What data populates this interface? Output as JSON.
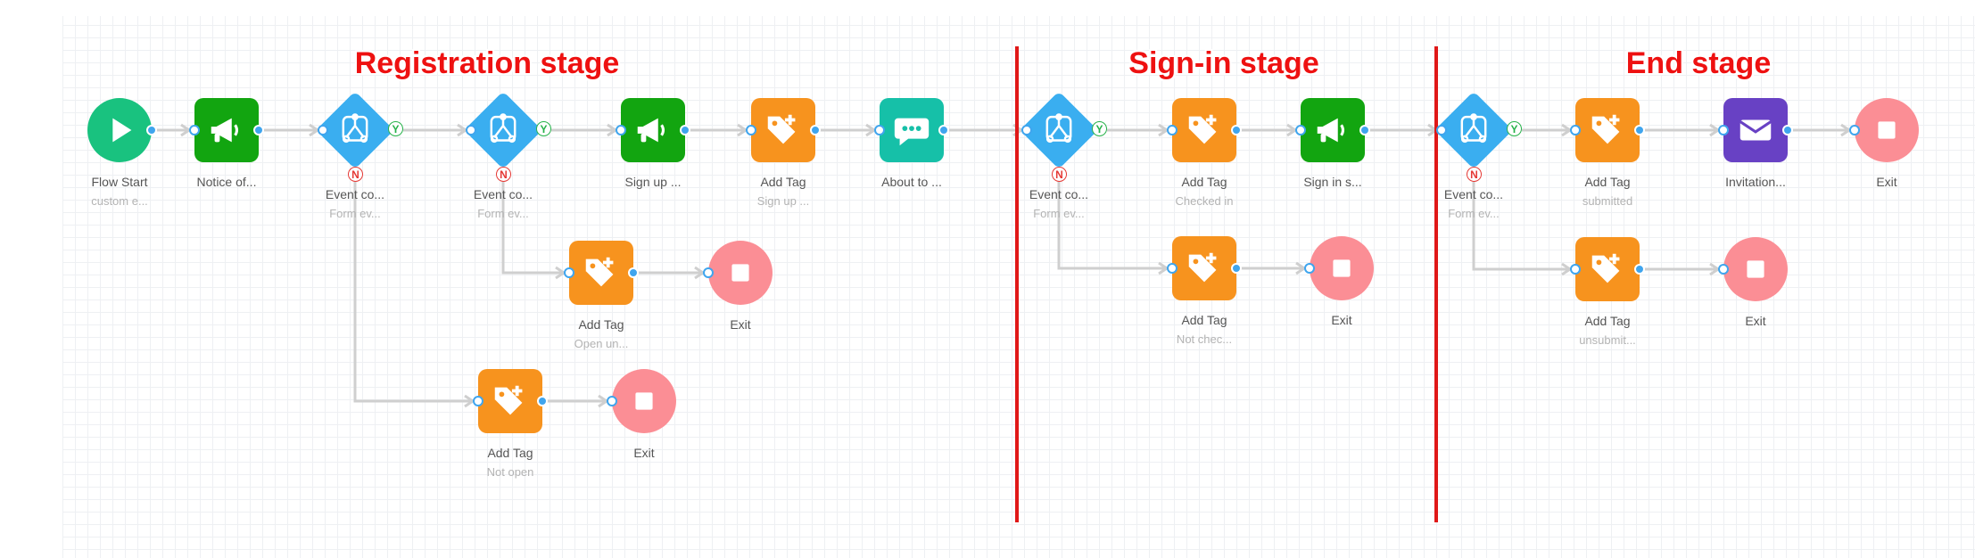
{
  "stages": [
    {
      "id": "registration",
      "title": "Registration stage"
    },
    {
      "id": "signin",
      "title": "Sign-in stage"
    },
    {
      "id": "end",
      "title": "End stage"
    }
  ],
  "colors": {
    "start": "#19c27f",
    "notify": "#12a510",
    "condition": "#3aaef0",
    "tag": "#f7931e",
    "chat": "#16c0a8",
    "mail": "#6841c4",
    "exit": "#fb8e95",
    "stage_title": "#ee1111",
    "divider": "#e01818",
    "connector": "#cfcfcf"
  },
  "nodes": [
    {
      "id": "flow-start",
      "type": "start",
      "icon": "play-icon",
      "label": "Flow Start",
      "sub": "custom e..."
    },
    {
      "id": "notice-of",
      "type": "notify",
      "icon": "megaphone-icon",
      "label": "Notice of...",
      "sub": ""
    },
    {
      "id": "event-cond-1",
      "type": "condition",
      "icon": "branch-icon",
      "label": "Event co...",
      "sub": "Form ev...",
      "yes": "Y",
      "no": "N"
    },
    {
      "id": "event-cond-2",
      "type": "condition",
      "icon": "branch-icon",
      "label": "Event co...",
      "sub": "Form ev...",
      "yes": "Y",
      "no": "N"
    },
    {
      "id": "sign-up",
      "type": "notify",
      "icon": "megaphone-icon",
      "label": "Sign up ...",
      "sub": ""
    },
    {
      "id": "add-tag-signup",
      "type": "tag",
      "icon": "tag-plus-icon",
      "label": "Add Tag",
      "sub": "Sign up ..."
    },
    {
      "id": "about-to",
      "type": "chat",
      "icon": "chat-bubble-icon",
      "label": "About to ...",
      "sub": ""
    },
    {
      "id": "add-tag-open",
      "type": "tag",
      "icon": "tag-plus-icon",
      "label": "Add Tag",
      "sub": "Open un..."
    },
    {
      "id": "exit-1",
      "type": "exit",
      "icon": "stop-icon",
      "label": "Exit",
      "sub": ""
    },
    {
      "id": "add-tag-notopen",
      "type": "tag",
      "icon": "tag-plus-icon",
      "label": "Add Tag",
      "sub": "Not open"
    },
    {
      "id": "exit-2",
      "type": "exit",
      "icon": "stop-icon",
      "label": "Exit",
      "sub": ""
    },
    {
      "id": "event-cond-3",
      "type": "condition",
      "icon": "branch-icon",
      "label": "Event co...",
      "sub": "Form ev...",
      "yes": "Y",
      "no": "N"
    },
    {
      "id": "add-tag-checkedin",
      "type": "tag",
      "icon": "tag-plus-icon",
      "label": "Add Tag",
      "sub": "Checked in"
    },
    {
      "id": "sign-in-s",
      "type": "notify",
      "icon": "megaphone-icon",
      "label": "Sign in s...",
      "sub": ""
    },
    {
      "id": "add-tag-notchecked",
      "type": "tag",
      "icon": "tag-plus-icon",
      "label": "Add Tag",
      "sub": "Not chec..."
    },
    {
      "id": "exit-3",
      "type": "exit",
      "icon": "stop-icon",
      "label": "Exit",
      "sub": ""
    },
    {
      "id": "event-cond-4",
      "type": "condition",
      "icon": "branch-icon",
      "label": "Event co...",
      "sub": "Form ev...",
      "yes": "Y",
      "no": "N"
    },
    {
      "id": "add-tag-submitted",
      "type": "tag",
      "icon": "tag-plus-icon",
      "label": "Add Tag",
      "sub": "submitted"
    },
    {
      "id": "invitation",
      "type": "mail",
      "icon": "envelope-icon",
      "label": "Invitation...",
      "sub": ""
    },
    {
      "id": "exit-4",
      "type": "exit",
      "icon": "stop-icon",
      "label": "Exit",
      "sub": ""
    },
    {
      "id": "add-tag-unsubmit",
      "type": "tag",
      "icon": "tag-plus-icon",
      "label": "Add Tag",
      "sub": "unsubmit..."
    },
    {
      "id": "exit-5",
      "type": "exit",
      "icon": "stop-icon",
      "label": "Exit",
      "sub": ""
    }
  ],
  "edges": [
    {
      "from": "flow-start",
      "to": "notice-of"
    },
    {
      "from": "notice-of",
      "to": "event-cond-1"
    },
    {
      "from": "event-cond-1",
      "to": "event-cond-2",
      "branch": "yes"
    },
    {
      "from": "event-cond-1",
      "to": "add-tag-notopen",
      "branch": "no"
    },
    {
      "from": "event-cond-2",
      "to": "sign-up",
      "branch": "yes"
    },
    {
      "from": "event-cond-2",
      "to": "add-tag-open",
      "branch": "no"
    },
    {
      "from": "sign-up",
      "to": "add-tag-signup"
    },
    {
      "from": "add-tag-signup",
      "to": "about-to"
    },
    {
      "from": "add-tag-open",
      "to": "exit-1"
    },
    {
      "from": "add-tag-notopen",
      "to": "exit-2"
    },
    {
      "from": "about-to",
      "to": "event-cond-3"
    },
    {
      "from": "event-cond-3",
      "to": "add-tag-checkedin",
      "branch": "yes"
    },
    {
      "from": "event-cond-3",
      "to": "add-tag-notchecked",
      "branch": "no"
    },
    {
      "from": "add-tag-checkedin",
      "to": "sign-in-s"
    },
    {
      "from": "add-tag-notchecked",
      "to": "exit-3"
    },
    {
      "from": "sign-in-s",
      "to": "event-cond-4"
    },
    {
      "from": "event-cond-4",
      "to": "add-tag-submitted",
      "branch": "yes"
    },
    {
      "from": "event-cond-4",
      "to": "add-tag-unsubmit",
      "branch": "no"
    },
    {
      "from": "add-tag-submitted",
      "to": "invitation"
    },
    {
      "from": "invitation",
      "to": "exit-4"
    },
    {
      "from": "add-tag-unsubmit",
      "to": "exit-5"
    }
  ]
}
